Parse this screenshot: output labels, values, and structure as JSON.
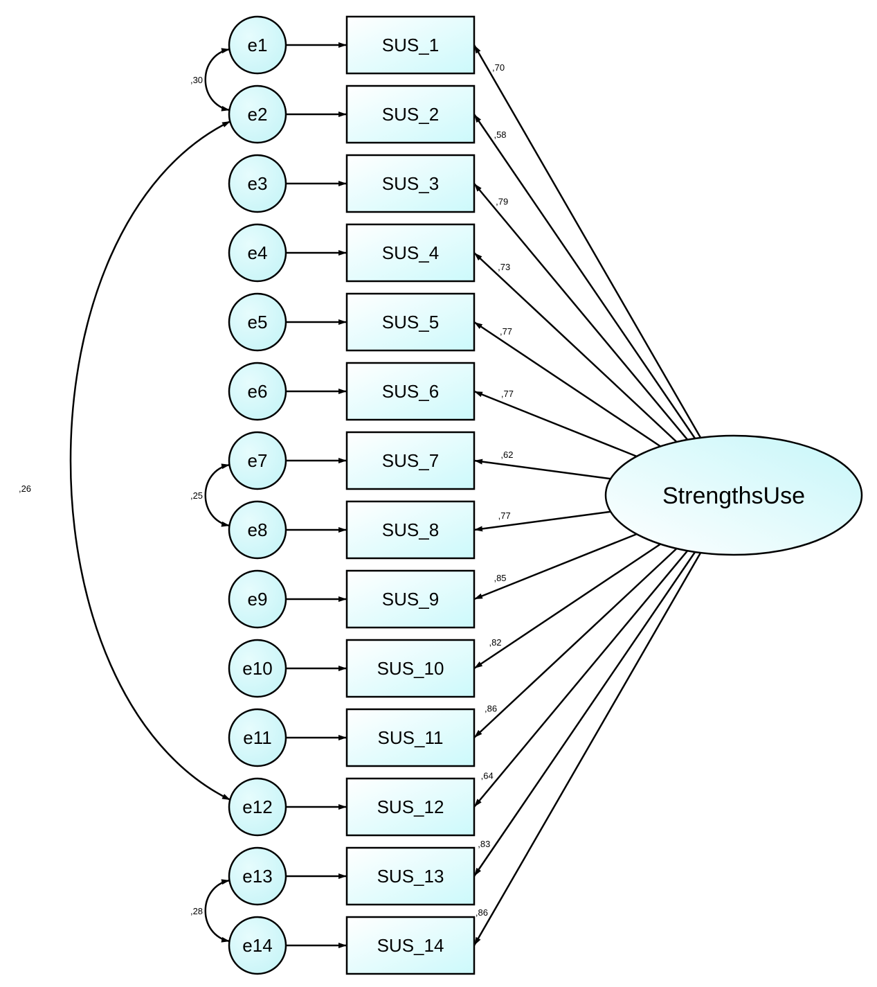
{
  "diagram": {
    "latent": {
      "label": "StrengthsUse"
    },
    "items": [
      {
        "error": "e1",
        "indicator": "SUS_1",
        "loading": ",70"
      },
      {
        "error": "e2",
        "indicator": "SUS_2",
        "loading": ",58"
      },
      {
        "error": "e3",
        "indicator": "SUS_3",
        "loading": ",79"
      },
      {
        "error": "e4",
        "indicator": "SUS_4",
        "loading": ",73"
      },
      {
        "error": "e5",
        "indicator": "SUS_5",
        "loading": ",77"
      },
      {
        "error": "e6",
        "indicator": "SUS_6",
        "loading": ",77"
      },
      {
        "error": "e7",
        "indicator": "SUS_7",
        "loading": ",62"
      },
      {
        "error": "e8",
        "indicator": "SUS_8",
        "loading": ",77"
      },
      {
        "error": "e9",
        "indicator": "SUS_9",
        "loading": ",85"
      },
      {
        "error": "e10",
        "indicator": "SUS_10",
        "loading": ",82"
      },
      {
        "error": "e11",
        "indicator": "SUS_11",
        "loading": ",86"
      },
      {
        "error": "e12",
        "indicator": "SUS_12",
        "loading": ",64"
      },
      {
        "error": "e13",
        "indicator": "SUS_13",
        "loading": ",83"
      },
      {
        "error": "e14",
        "indicator": "SUS_14",
        "loading": ",86"
      }
    ],
    "covariances": [
      {
        "from": "e1",
        "to": "e2",
        "value": ",30"
      },
      {
        "from": "e7",
        "to": "e8",
        "value": ",25"
      },
      {
        "from": "e13",
        "to": "e14",
        "value": ",28"
      },
      {
        "from": "e2",
        "to": "e12",
        "value": ",26"
      }
    ],
    "colors": {
      "fill_light": "#ffffff",
      "fill_cyan": "#ccf9fb",
      "stroke": "#000000"
    }
  }
}
